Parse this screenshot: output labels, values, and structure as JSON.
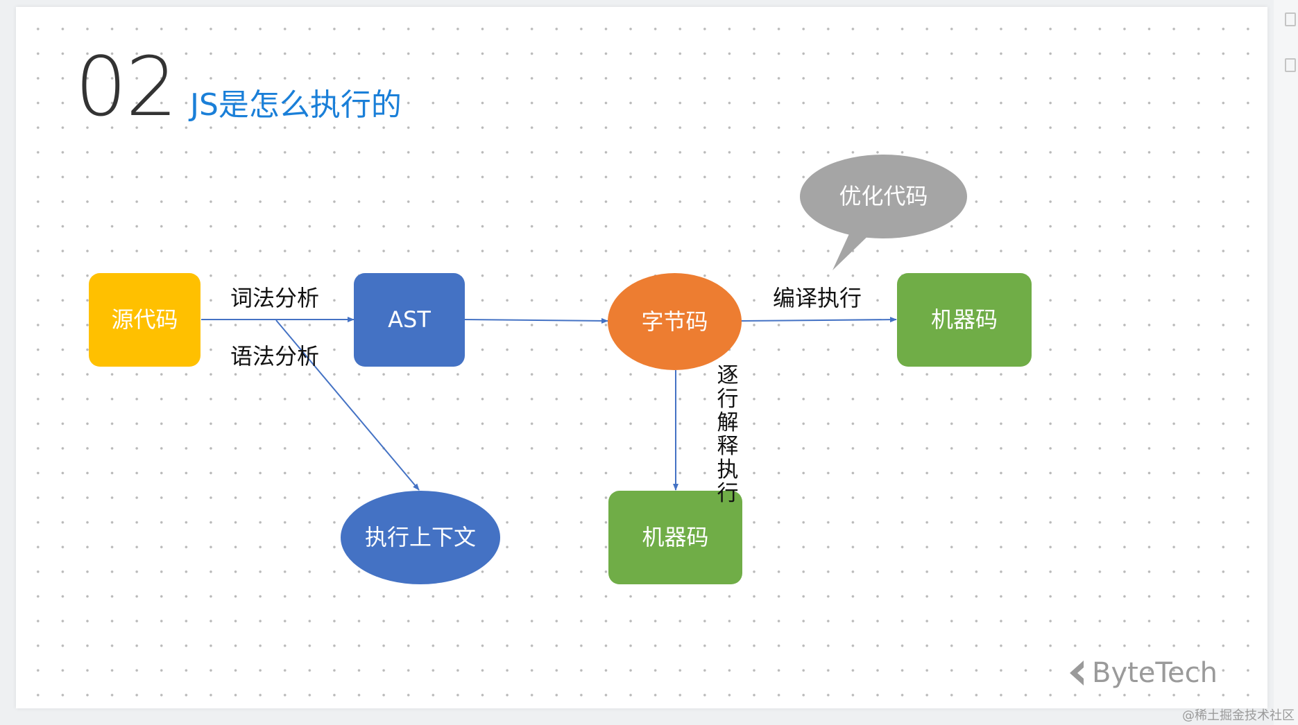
{
  "header": {
    "number": "02",
    "title": "JS是怎么执行的"
  },
  "nodes": {
    "source": "源代码",
    "ast": "AST",
    "bytecode": "字节码",
    "optimized": "优化代码",
    "machine_top": "机器码",
    "context": "执行上下文",
    "machine_bottom": "机器码"
  },
  "edges": {
    "lexical": "词法分析",
    "syntax": "语法分析",
    "compile": "编译执行",
    "interpret": "逐行解释执行"
  },
  "colors": {
    "source": "#ffc000",
    "ast": "#4472c4",
    "bytecode": "#ed7d31",
    "optimized": "#a5a5a5",
    "machine": "#70ad47",
    "context": "#4472c4",
    "arrow": "#4472c4",
    "title": "#1a7fd8"
  },
  "brand": {
    "name": "ByteTech"
  },
  "credit": "@稀土掘金技术社区"
}
